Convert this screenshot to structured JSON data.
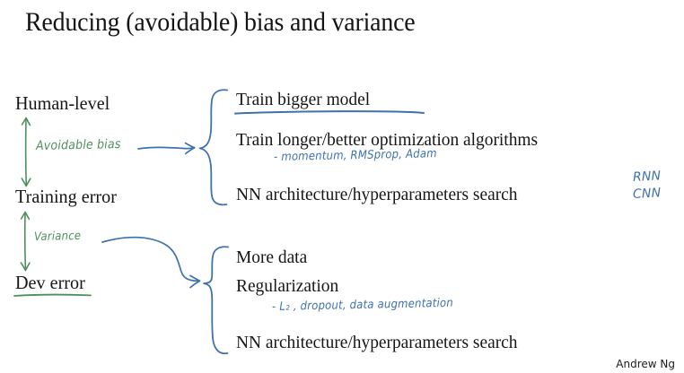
{
  "slide": {
    "title": "Reducing (avoidable) bias and variance",
    "footer": "Andrew Ng",
    "background_color": "#ffffff",
    "ink_colors": {
      "blue": "#3f72ab",
      "green": "#4f8f5c",
      "text": "#161616"
    }
  },
  "levels": [
    {
      "id": "human-level",
      "label": "Human-level",
      "underline": "none"
    },
    {
      "id": "training-error",
      "label": "Training error",
      "underline": "none"
    },
    {
      "id": "dev-error",
      "label": "Dev error",
      "underline": "green"
    }
  ],
  "gaps": [
    {
      "id": "avoidable-bias",
      "handwritten_label": "Avoidable bias",
      "color": "green",
      "between": [
        "Human-level",
        "Training error"
      ],
      "arrow": "double-headed-vertical",
      "connector": "blue-straight-arrow-to-brace-1"
    },
    {
      "id": "variance",
      "handwritten_label": "Variance",
      "color": "green",
      "between": [
        "Training error",
        "Dev error"
      ],
      "arrow": "double-headed-vertical",
      "connector": "blue-curved-arrow-to-brace-2"
    }
  ],
  "groups": [
    {
      "id": "bias-remedies",
      "brace": "blue-hand-drawn",
      "items": [
        {
          "id": "train-bigger-model",
          "text": "Train bigger model",
          "underline": "blue",
          "note": null
        },
        {
          "id": "train-longer-better-optimization",
          "text": "Train longer/better optimization algorithms",
          "underline": "none",
          "note": "- momentum, RMSprop, Adam"
        },
        {
          "id": "nn-architecture-search-bias",
          "text": "NN architecture/hyperparameters search",
          "underline": "none",
          "note": null
        }
      ],
      "side_notes": [
        "RNN",
        "CNN"
      ]
    },
    {
      "id": "variance-remedies",
      "brace": "blue-hand-drawn",
      "items": [
        {
          "id": "more-data",
          "text": "More data",
          "underline": "none",
          "note": null
        },
        {
          "id": "regularization",
          "text": "Regularization",
          "underline": "none",
          "note": "- L₂ , dropout, data augmentation"
        },
        {
          "id": "nn-architecture-search-variance",
          "text": "NN architecture/hyperparameters search",
          "underline": "none",
          "note": null
        }
      ],
      "side_notes": []
    }
  ],
  "notes": {
    "optimization": "- momentum, RMSprop, Adam",
    "regularization": "- L₂ , dropout, data augmentation",
    "rnn": "RNN",
    "cnn": "CNN"
  }
}
